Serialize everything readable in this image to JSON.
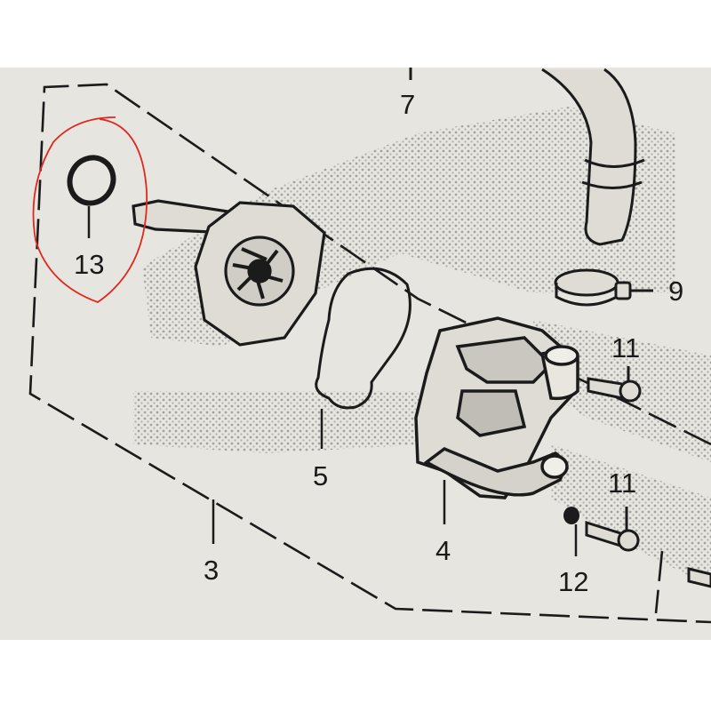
{
  "colors": {
    "paper": "#e6e5df",
    "ink": "#1b1b1b",
    "dots": "#8e8d88",
    "highlight": "#e0281f",
    "frame": "#ffffff"
  },
  "callouts": [
    {
      "id": "c3",
      "label": "3"
    },
    {
      "id": "c4",
      "label": "4"
    },
    {
      "id": "c5",
      "label": "5"
    },
    {
      "id": "c7",
      "label": "7"
    },
    {
      "id": "c9",
      "label": "9"
    },
    {
      "id": "c11a",
      "label": "11"
    },
    {
      "id": "c11b",
      "label": "11"
    },
    {
      "id": "c12",
      "label": "12"
    },
    {
      "id": "c13",
      "label": "13"
    }
  ],
  "highlighted_part": "13"
}
